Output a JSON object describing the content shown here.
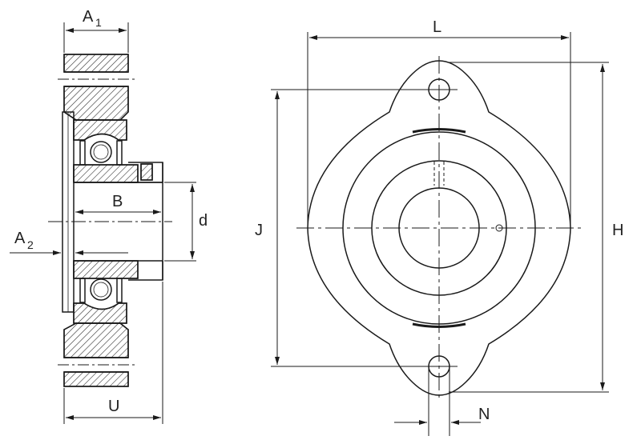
{
  "labels": {
    "a1": "A",
    "a1_sub": "1",
    "a2": "A",
    "a2_sub": "2",
    "b": "B",
    "d": "d",
    "u": "U",
    "l": "L",
    "j": "J",
    "h": "H",
    "n": "N"
  },
  "colors": {
    "line": "#1a1a1a",
    "hatch": "#333333",
    "background": "#ffffff"
  }
}
